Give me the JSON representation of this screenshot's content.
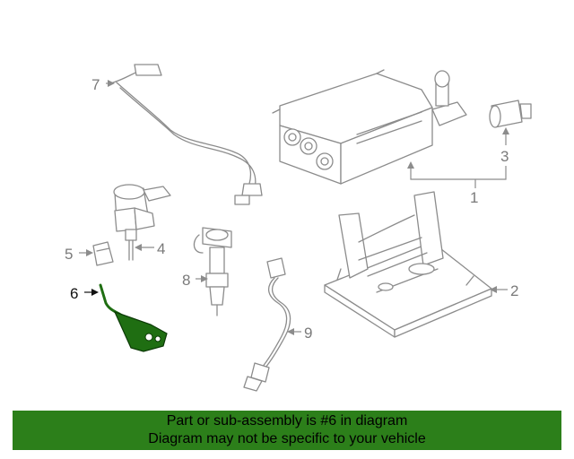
{
  "callouts": {
    "c1": "1",
    "c2": "2",
    "c3": "3",
    "c4": "4",
    "c5": "5",
    "c6": "6",
    "c7": "7",
    "c8": "8",
    "c9": "9"
  },
  "highlighted_part": "6",
  "colors": {
    "highlight": "#2c7f1a",
    "linework": "#8c8c8c"
  },
  "banner": {
    "line1": "Part or sub-assembly is #6 in diagram",
    "line2": "Diagram may not be specific to your vehicle"
  }
}
